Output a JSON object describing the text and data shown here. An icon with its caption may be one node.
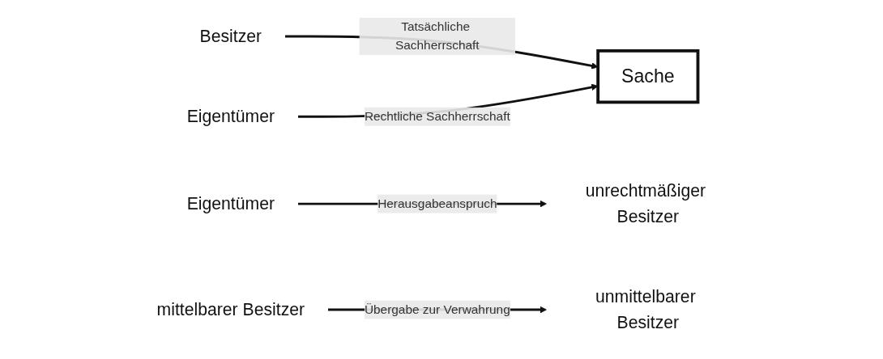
{
  "diagram": {
    "nodes": [
      {
        "text": [
          "Besitzer"
        ]
      },
      {
        "text": [
          "Sache"
        ]
      },
      {
        "text": [
          "Eigentümer"
        ]
      },
      {
        "text": [
          "unrechtmäßiger Besitzer"
        ]
      },
      {
        "text": [
          "Eigentümer"
        ]
      },
      {
        "text": [
          "mittelbarer Besitzer"
        ]
      },
      {
        "text": [
          "unmittelbarer Besitzer"
        ]
      }
    ],
    "edges": [
      {
        "from": 0,
        "to": 1,
        "arrow": "to",
        "label": "Tatsächliche Sachherrschaft"
      },
      {
        "from": 2,
        "to": 1,
        "arrow": "to",
        "label": "Rechtliche Sachherrschaft"
      },
      {
        "from": 4,
        "to": 3,
        "arrow": "to",
        "label": "Herausgabeanspruch"
      },
      {
        "from": 5,
        "to": 6,
        "arrow": "to",
        "label": "Übergabe zur Verwahrung"
      }
    ]
  }
}
